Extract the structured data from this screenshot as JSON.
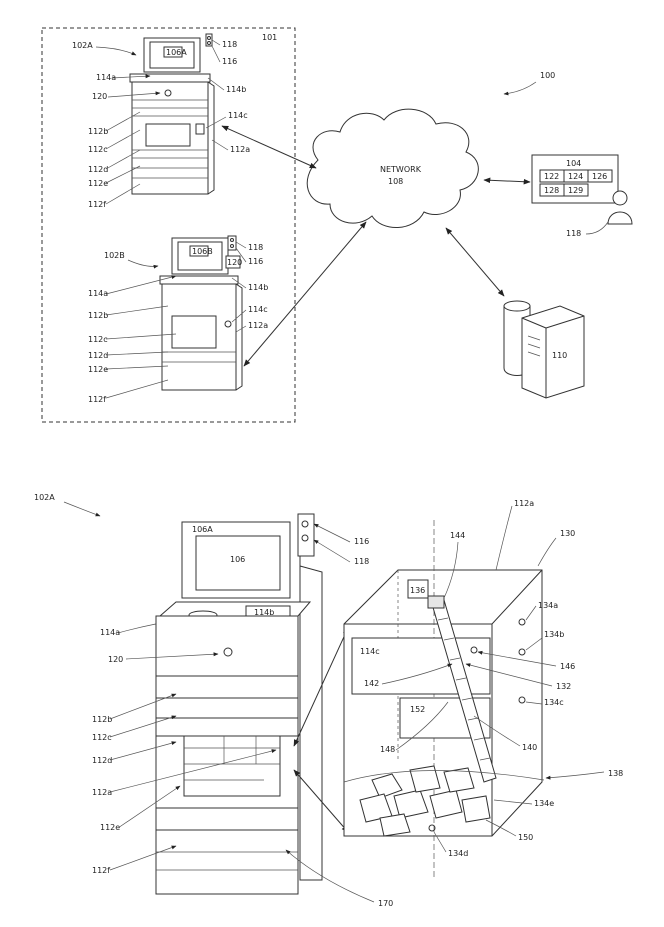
{
  "system": {
    "system_ref": "100",
    "facility_ref": "101",
    "machine_a_ref": "102A",
    "machine_b_ref": "102B",
    "network_label": "NETWORK",
    "network_ref": "108",
    "server_ref": "110",
    "database_ref": "104",
    "database_cells": [
      "122",
      "124",
      "126",
      "128",
      "129"
    ],
    "user_ref": "118",
    "machine_a_labels": {
      "screen": "106A",
      "sensor1": "118",
      "sensor2": "116",
      "l114a": "114a",
      "l114b": "114b",
      "l114c": "114c",
      "l120": "120",
      "l112a": "112a",
      "l112b": "112b",
      "l112c": "112c",
      "l112d": "112d",
      "l112e": "112e",
      "l112f": "112f"
    },
    "machine_b_labels": {
      "screen": "106B",
      "sensor1": "118",
      "sensor2": "116",
      "badge": "120",
      "l114a": "114a",
      "l114b": "114b",
      "l114c": "114c",
      "l112a": "112a",
      "l112b": "112b",
      "l112c": "112c",
      "l112d": "112d",
      "l112e": "112e",
      "l112f": "112f"
    }
  },
  "detail": {
    "machine_ref": "102A",
    "screen_ref": "106A",
    "screen_inner": "106",
    "keypad": "114b",
    "l114a": "114a",
    "l120": "120",
    "l112b": "112b",
    "l112c": "112c",
    "l112d": "112d",
    "l112a_left": "112a",
    "l112e": "112e",
    "l112f": "112f",
    "l170": "170",
    "l116": "116",
    "l118": "118",
    "l112a_top": "112a",
    "l130": "130",
    "l144": "144",
    "l136": "136",
    "l114c": "114c",
    "l134a": "134a",
    "l134b": "134b",
    "l146": "146",
    "l132": "132",
    "l142": "142",
    "l134c": "134c",
    "l152": "152",
    "l148": "148",
    "l140": "140",
    "l138": "138",
    "l134e": "134e",
    "l150": "150",
    "l134d": "134d"
  }
}
